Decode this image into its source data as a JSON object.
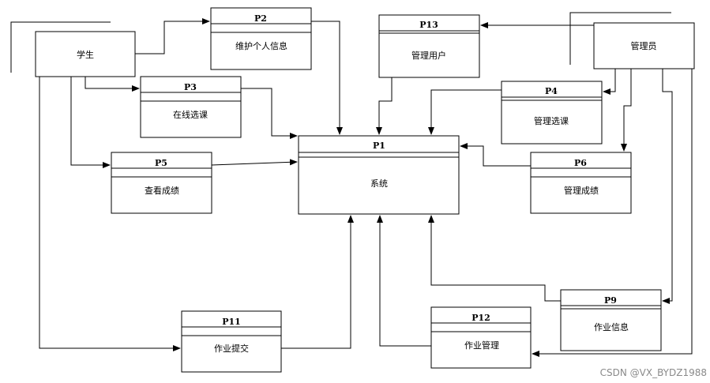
{
  "entities": {
    "student": "学生",
    "admin": "管理员"
  },
  "processes": {
    "p1": {
      "id": "P1",
      "name": "系统"
    },
    "p2": {
      "id": "P2",
      "name": "维护个人信息"
    },
    "p3": {
      "id": "P3",
      "name": "在线选课"
    },
    "p4": {
      "id": "P4",
      "name": "管理选课"
    },
    "p5": {
      "id": "P5",
      "name": "查看成绩"
    },
    "p6": {
      "id": "P6",
      "name": "管理成绩"
    },
    "p9": {
      "id": "P9",
      "name": "作业信息"
    },
    "p11": {
      "id": "P11",
      "name": "作业提交"
    },
    "p12": {
      "id": "P12",
      "name": "作业管理"
    },
    "p13": {
      "id": "P13",
      "name": "管理用户"
    }
  },
  "watermark": "CSDN @VX_BYDZ1988"
}
